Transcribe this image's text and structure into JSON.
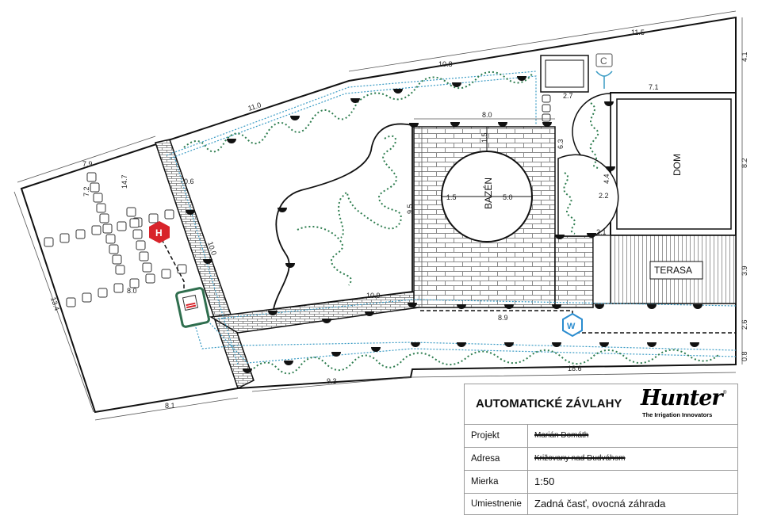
{
  "plan": {
    "areas": {
      "pool": "BAZÉN",
      "house": "DOM",
      "terrace": "TERASA"
    },
    "markers": {
      "hydrant": "H",
      "water": "W",
      "controller": "C"
    },
    "dimensions": {
      "top_right": "11.5",
      "top_mid": "10.8",
      "upper_left": "11.0",
      "left_top": "7.9",
      "inner_7_2": "7.2",
      "inner_14_7": "14.7",
      "inner_0_6": "0.6",
      "inner_10_0": "10.0",
      "inner_8_0": "8.0",
      "left_side": "13.4",
      "bottom_left": "8.1",
      "bottom_9_3": "9.3",
      "bottom_18_6": "18.6",
      "path_10_9": "10.9",
      "pool_top": "8.0",
      "pool_1_5_top": "1.5",
      "pool_9_5": "9.5",
      "pool_1_5_left": "1.5",
      "pool_diameter": "5.0",
      "pool_8_9": "8.9",
      "shed_2_7": "2.7",
      "house_7_1": "7.1",
      "r_6_3": "6.3",
      "r_4_4": "4.4",
      "r_2_2": "2.2",
      "r_2_1": "2.1",
      "right_4_1": "4.1",
      "right_8_2": "8.2",
      "right_3_9": "3.9",
      "right_2_6": "2.6",
      "right_0_8": "0.8"
    }
  },
  "title_block": {
    "title": "AUTOMATICKÉ ZÁVLAHY",
    "brand": "Hunter",
    "brand_reg": "®",
    "brand_tagline": "The Irrigation Innovators",
    "rows": [
      {
        "key": "Projekt",
        "value": "Marián Domáth",
        "redacted": true
      },
      {
        "key": "Adresa",
        "value": "Križovany nad Dudváhom",
        "redacted": true
      },
      {
        "key": "Mierka",
        "value": "1:50",
        "redacted": false
      },
      {
        "key": "Umiestnenie",
        "value": "Zadná časť, ovocná záhrada",
        "redacted": false
      }
    ]
  },
  "colors": {
    "outline": "#111111",
    "drip": "#2e7d4f",
    "pipe": "#3a9bc4",
    "hydrant": "#d8232a",
    "water": "#2a8ccf",
    "paving": "#8a8a8a",
    "controller": "#2f6e4e"
  }
}
